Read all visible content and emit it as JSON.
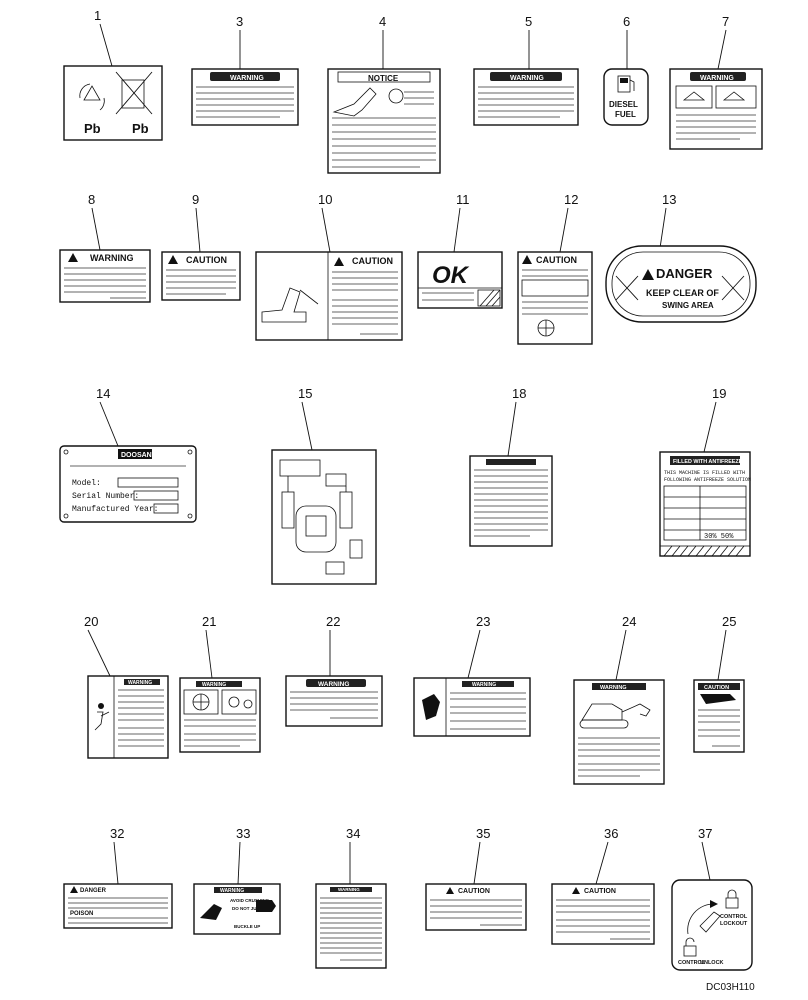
{
  "drawing_code": "DC03H110",
  "decals": [
    {
      "number": "1",
      "texts": [
        "Pb",
        "Pb"
      ]
    },
    {
      "number": "3",
      "texts": [
        "WARNING"
      ]
    },
    {
      "number": "4",
      "texts": [
        "NOTICE"
      ]
    },
    {
      "number": "5",
      "texts": [
        "WARNING"
      ]
    },
    {
      "number": "6",
      "texts": [
        "DIESEL",
        "FUEL"
      ]
    },
    {
      "number": "7",
      "texts": [
        "WARNING"
      ]
    },
    {
      "number": "8",
      "texts": [
        "WARNING"
      ]
    },
    {
      "number": "9",
      "texts": [
        "CAUTION"
      ]
    },
    {
      "number": "10",
      "texts": [
        "CAUTION"
      ]
    },
    {
      "number": "11",
      "texts": [
        "OK"
      ]
    },
    {
      "number": "12",
      "texts": [
        "CAUTION"
      ]
    },
    {
      "number": "13",
      "texts": [
        "DANGER",
        "KEEP CLEAR OF",
        "SWING AREA"
      ]
    },
    {
      "number": "14",
      "texts": [
        "DOOSAN",
        "Model:",
        "Serial Number:",
        "Manufactured Year:"
      ]
    },
    {
      "number": "15",
      "texts": []
    },
    {
      "number": "18",
      "texts": []
    },
    {
      "number": "19",
      "texts": [
        "FILLED WITH ANTIFREEZE",
        "THIS MACHINE IS FILLED WITH",
        "FOLLOWING ANTIFREEZE SOLUTION",
        "30% 50%"
      ]
    },
    {
      "number": "20",
      "texts": [
        "WARNING"
      ]
    },
    {
      "number": "21",
      "texts": [
        "WARNING"
      ]
    },
    {
      "number": "22",
      "texts": [
        "WARNING"
      ]
    },
    {
      "number": "23",
      "texts": [
        "WARNING"
      ]
    },
    {
      "number": "24",
      "texts": [
        "WARNING"
      ]
    },
    {
      "number": "25",
      "texts": [
        "CAUTION"
      ]
    },
    {
      "number": "32",
      "texts": [
        "DANGER",
        "POISON"
      ]
    },
    {
      "number": "33",
      "texts": [
        "WARNING",
        "AVOID CRUSHING",
        "DO NOT JUMP",
        "BUCKLE UP"
      ]
    },
    {
      "number": "34",
      "texts": [
        "WARNING"
      ]
    },
    {
      "number": "35",
      "texts": [
        "CAUTION"
      ]
    },
    {
      "number": "36",
      "texts": [
        "CAUTION"
      ]
    },
    {
      "number": "37",
      "texts": [
        "CONTROL",
        "LOCKOUT",
        "CONTROL",
        "UNLOCK"
      ]
    }
  ]
}
